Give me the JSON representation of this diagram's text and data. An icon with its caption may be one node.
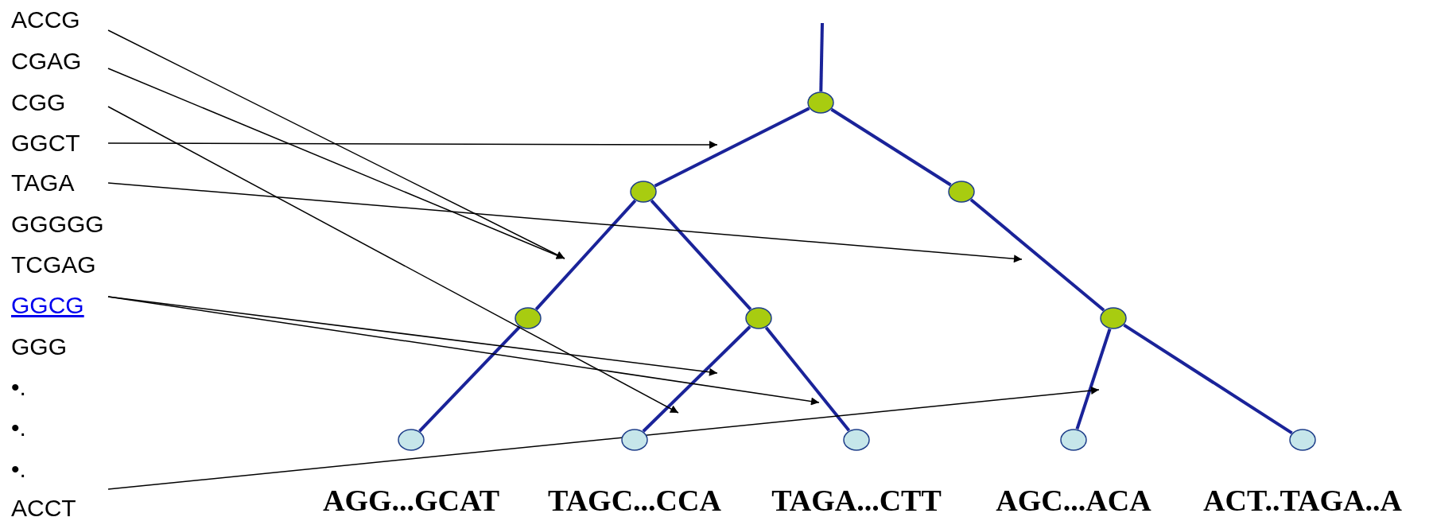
{
  "diagram": {
    "nodes": [
      {
        "text": [
          "ACCG"
        ]
      },
      {
        "text": [
          "CGAG"
        ]
      },
      {
        "text": [
          "CGG"
        ]
      },
      {
        "text": [
          "GGCT"
        ]
      },
      {
        "text": [
          "TAGA"
        ]
      },
      {
        "text": [
          "GGCG"
        ]
      },
      {
        "text": [
          "ACCT"
        ]
      },
      {
        "text": [],
        "shape": "circle"
      },
      {
        "text": [],
        "shape": "circle"
      },
      {
        "text": [],
        "shape": "circle"
      },
      {
        "text": [],
        "shape": "circle"
      },
      {
        "text": [],
        "shape": "circle"
      },
      {
        "text": [],
        "shape": "circle"
      },
      {
        "text": [],
        "shape": "circle",
        "beside": [
          "AGG...GCAT"
        ]
      },
      {
        "text": [],
        "shape": "circle",
        "beside": [
          "TAGC...CCA"
        ]
      },
      {
        "text": [],
        "shape": "circle",
        "beside": [
          "TAGA...CTT"
        ]
      },
      {
        "text": [],
        "shape": "circle",
        "beside": [
          "AGC...ACA"
        ]
      },
      {
        "text": [],
        "shape": "circle",
        "beside": [
          "ACT..TAGA..A"
        ]
      }
    ],
    "edges": [
      {
        "from": null,
        "to": 7,
        "arrow": "none"
      },
      {
        "from": 7,
        "to": 8,
        "arrow": "none"
      },
      {
        "from": 7,
        "to": 9,
        "arrow": "none"
      },
      {
        "from": 8,
        "to": 10,
        "arrow": "none"
      },
      {
        "from": 8,
        "to": 11,
        "arrow": "none"
      },
      {
        "from": 9,
        "to": 12,
        "arrow": "none"
      },
      {
        "from": 10,
        "to": 13,
        "arrow": "none"
      },
      {
        "from": 11,
        "to": 14,
        "arrow": "none"
      },
      {
        "from": 11,
        "to": 15,
        "arrow": "none"
      },
      {
        "from": 12,
        "to": 16,
        "arrow": "none"
      },
      {
        "from": 12,
        "to": 17,
        "arrow": "none"
      },
      {
        "from": 0,
        "to": null,
        "arrow": "to",
        "color": "#000000"
      },
      {
        "from": 1,
        "to": null,
        "arrow": "to",
        "color": "#000000"
      },
      {
        "from": 2,
        "to": null,
        "arrow": "to",
        "color": "#000000"
      },
      {
        "from": 3,
        "to": null,
        "arrow": "to",
        "color": "#000000"
      },
      {
        "from": 4,
        "to": null,
        "arrow": "to",
        "color": "#000000"
      },
      {
        "from": 5,
        "to": null,
        "arrow": "to",
        "color": "#000000"
      },
      {
        "from": 5,
        "to": null,
        "arrow": "to",
        "color": "#000000"
      },
      {
        "from": 6,
        "to": null,
        "arrow": "to",
        "color": "#000000"
      }
    ],
    "labels": [
      "GGGGG",
      "TCGAG",
      "GGG",
      "•.",
      "•.",
      "•."
    ]
  }
}
